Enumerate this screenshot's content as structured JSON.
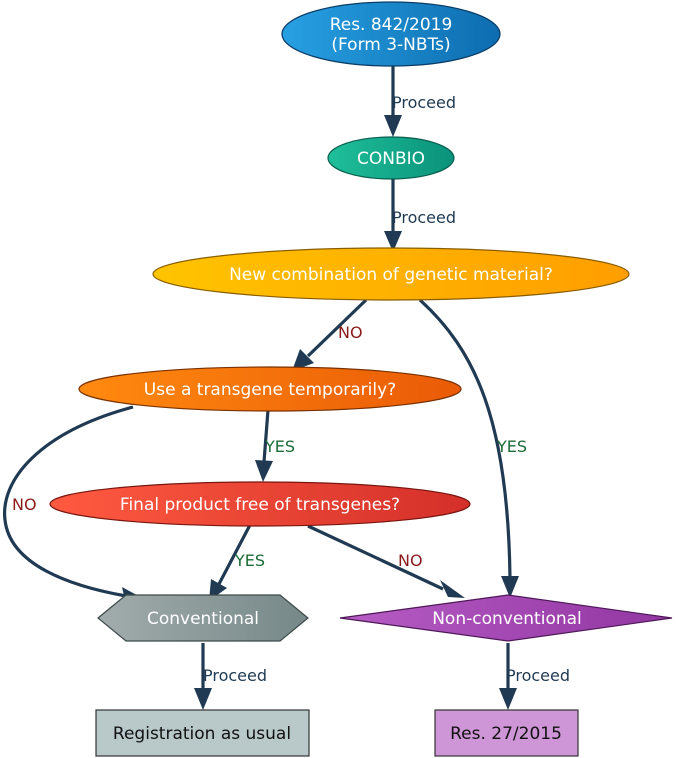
{
  "diagram": {
    "nodes": {
      "res842_line1": "Res. 842/2019",
      "res842_line2": "(Form 3-NBTs)",
      "conbio": "CONBIO",
      "new_combination": "New combination of genetic material?",
      "transgene_temporarily": "Use a transgene temporarily?",
      "final_free": "Final product free of transgenes?",
      "conventional": "Conventional",
      "non_conventional": "Non-conventional",
      "registration": "Registration as usual",
      "res27": "Res. 27/2015"
    },
    "edges": {
      "proceed_1": "Proceed",
      "proceed_2": "Proceed",
      "no_new_combination": "NO",
      "yes_new_combination": "YES",
      "yes_transgene": "YES",
      "no_transgene": "NO",
      "yes_final_free": "YES",
      "no_final_free": "NO",
      "proceed_conventional": "Proceed",
      "proceed_non_conventional": "Proceed"
    },
    "colors": {
      "edge": "#1f3a52",
      "label_proceed": "#1f3a52",
      "label_yes": "#1b6b36",
      "label_no": "#8b1a1a",
      "res842": "#1a85c8",
      "conbio": "#12a58a",
      "new_combination": "#ffb300",
      "transgene_temporarily": "#f46d0a",
      "final_free": "#e8422e",
      "conventional": "#8c9c9c",
      "non_conventional": "#a447b3",
      "registration": "#b9c8c9",
      "res27": "#cf96d7"
    }
  }
}
